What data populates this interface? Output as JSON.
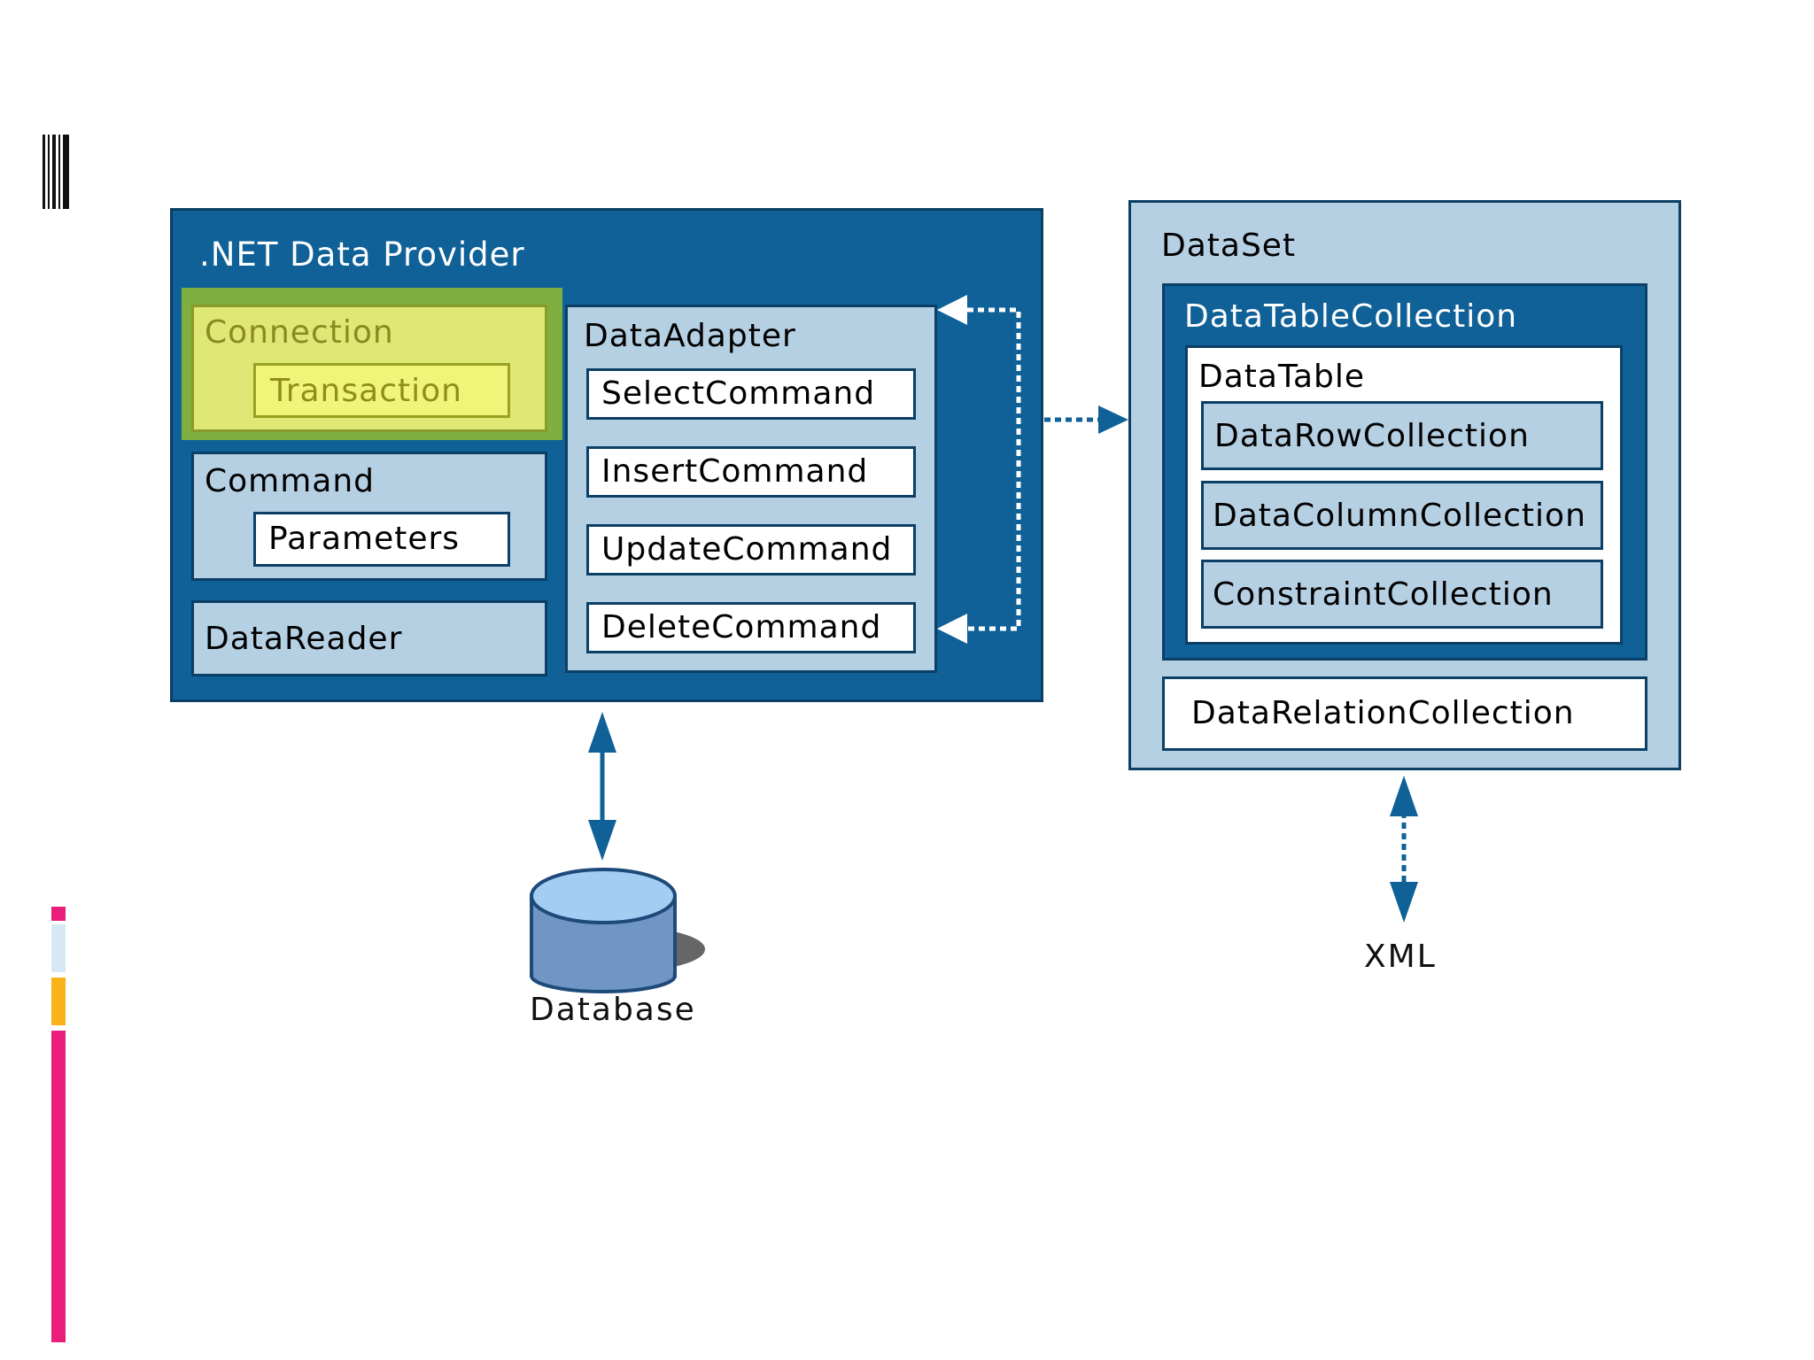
{
  "provider": {
    "title": ".NET Data Provider",
    "connection": "Connection",
    "transaction": "Transaction",
    "command": "Command",
    "parameters": "Parameters",
    "datareader": "DataReader",
    "dataadapter": {
      "title": "DataAdapter",
      "commands": [
        "SelectCommand",
        "InsertCommand",
        "UpdateCommand",
        "DeleteCommand"
      ]
    }
  },
  "dataset": {
    "title": "DataSet",
    "datatablecollection": "DataTableCollection",
    "datatable": "DataTable",
    "collections": [
      "DataRowCollection",
      "DataColumnCollection",
      "ConstraintCollection"
    ],
    "datarelationcollection": "DataRelationCollection"
  },
  "database_label": "Database",
  "xml_label": "XML",
  "colors": {
    "provider_blue": "#0f6198",
    "light_blue": "#b6d0e3",
    "connection_yellow": "#dfe875",
    "accent_pink": "#e91e7a",
    "accent_orange": "#f9b21a"
  }
}
